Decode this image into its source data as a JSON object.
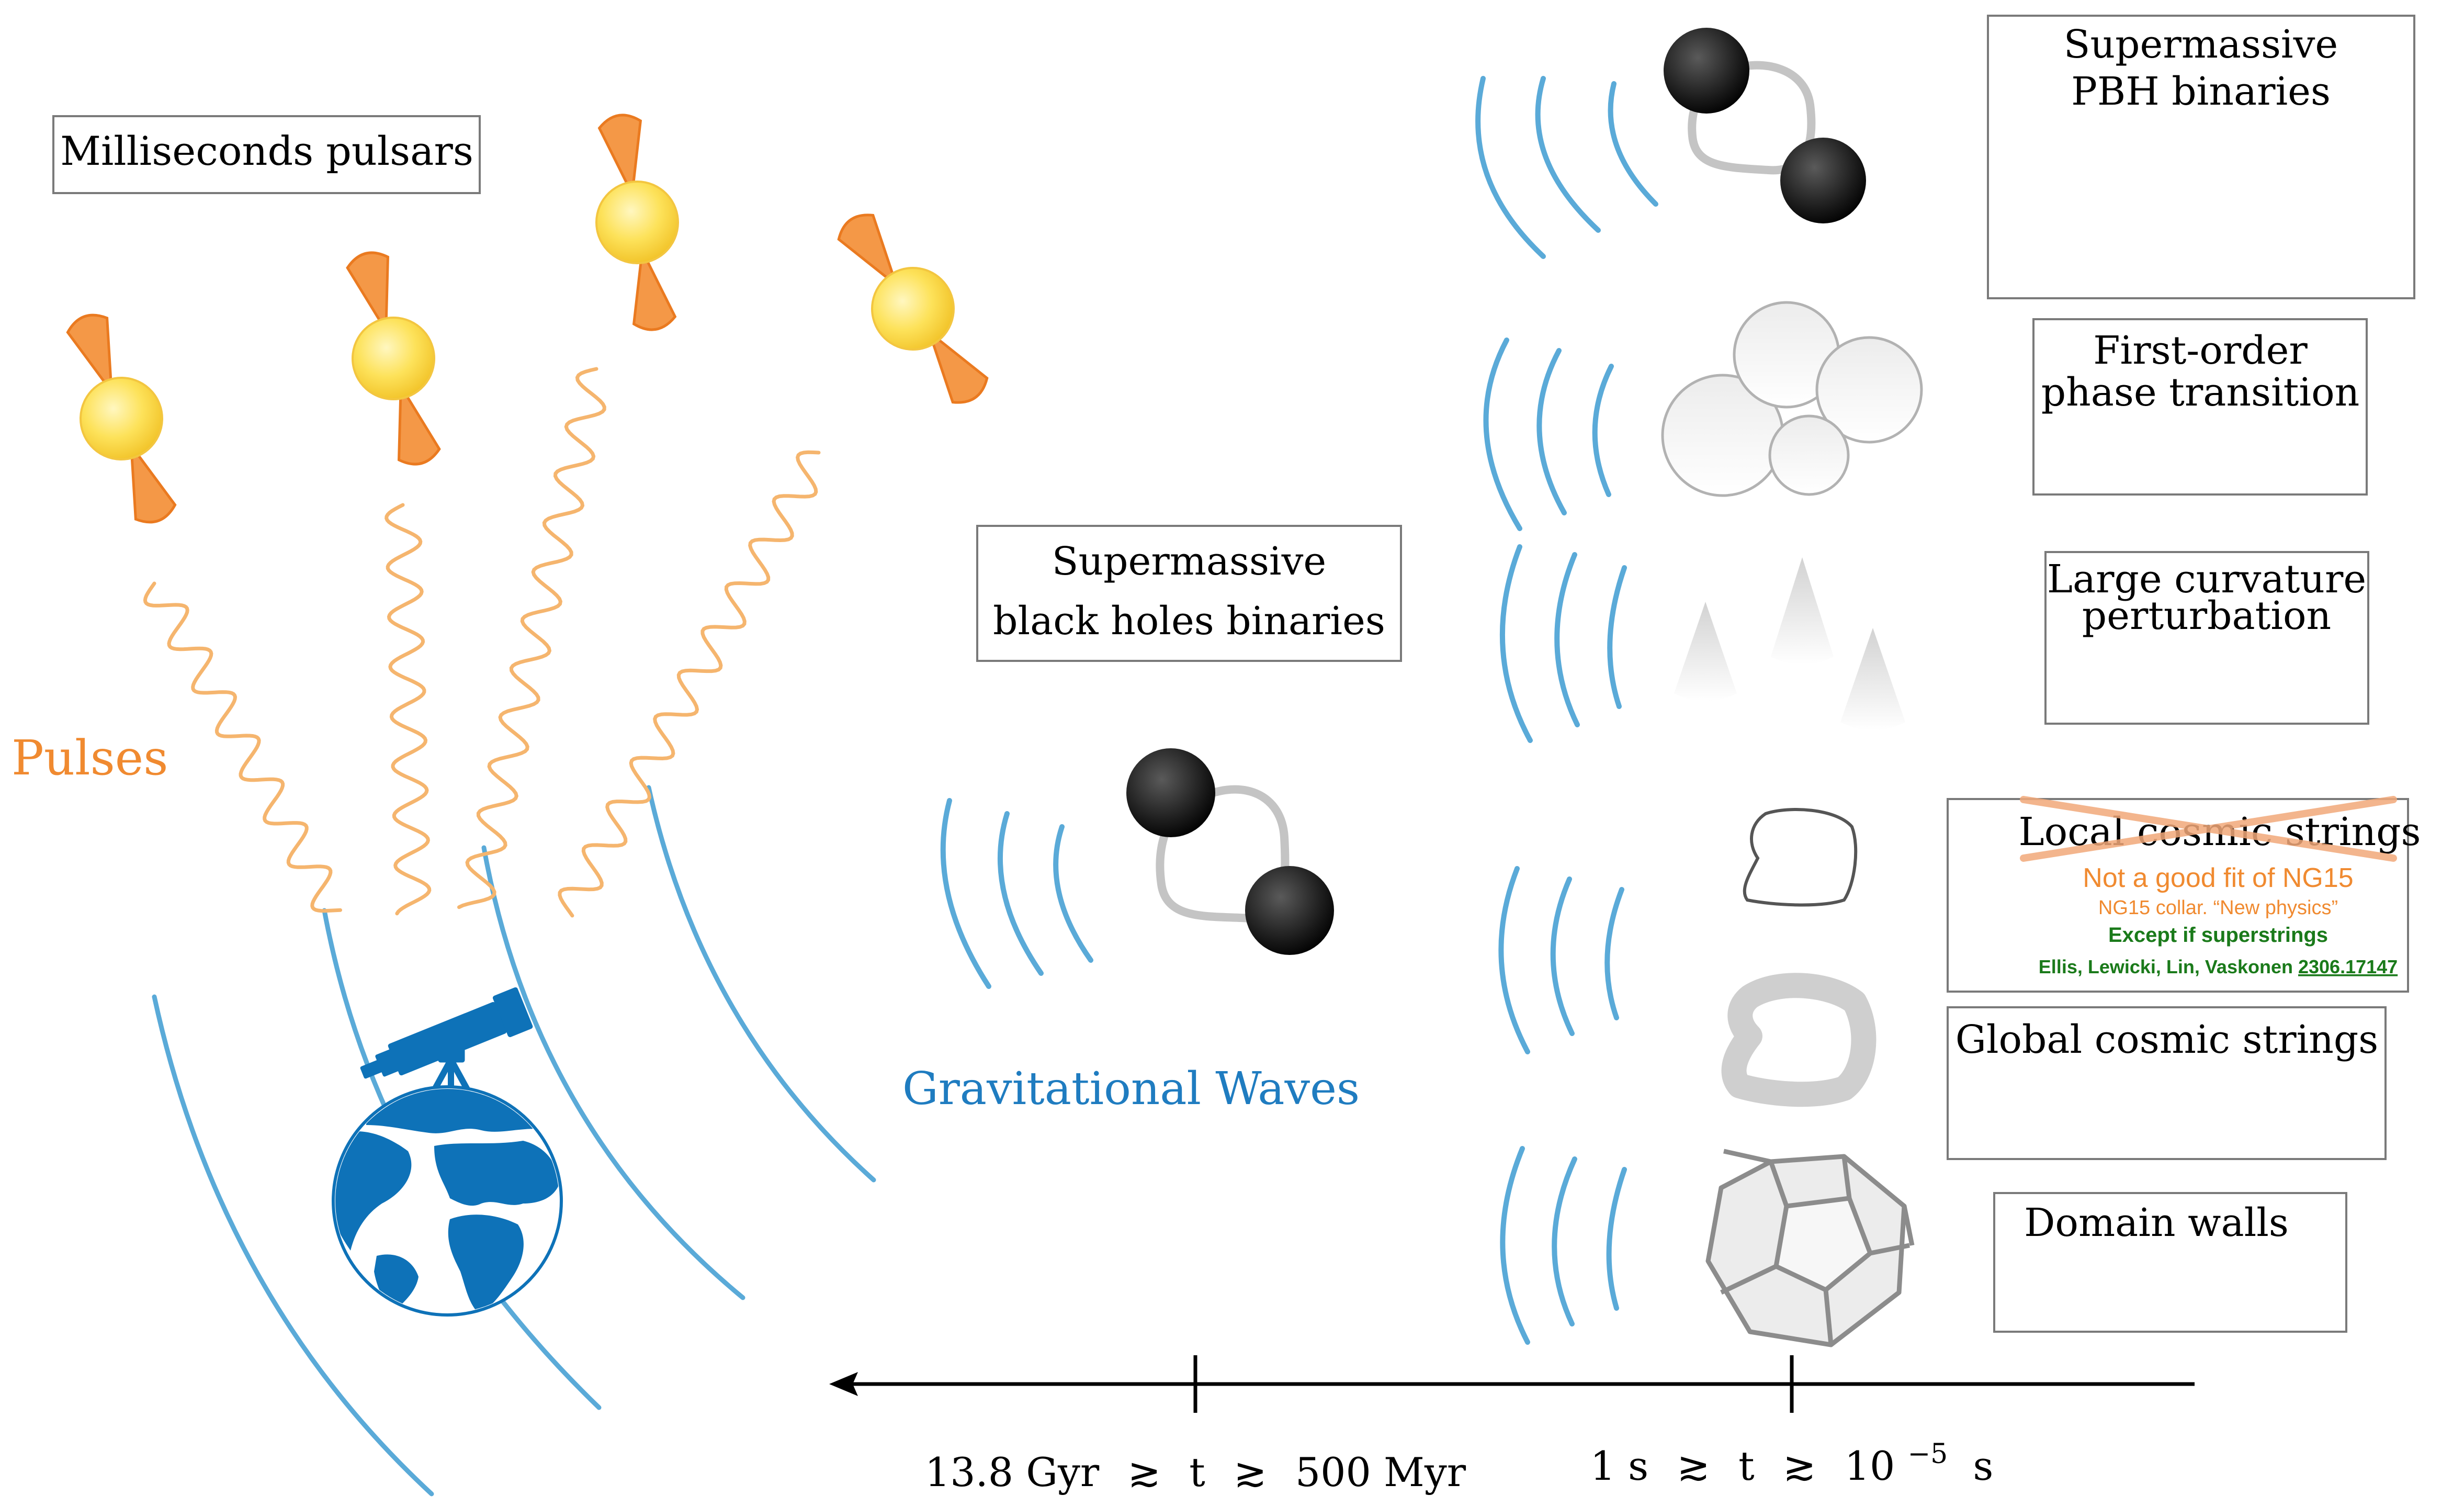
{
  "colors": {
    "pulse_orange": "#f08a30",
    "gw_blue": "#5aaad8",
    "earth_blue": "#0e72b8",
    "star_yellow": "#fde25a",
    "green_note": "#1a7a1a",
    "box_border": "#7a7a7a"
  },
  "labels": {
    "ms_pulsars": "Milliseconds pulsars",
    "pulses": "Pulses",
    "smbh_line1": "Supermassive",
    "smbh_line2": "black holes binaries",
    "gravitational_waves": "Gravitational Waves"
  },
  "sources": {
    "pbh_line1": "Supermassive",
    "pbh_line2": "PBH binaries",
    "fopt_line1": "First-order",
    "fopt_line2": "phase transition",
    "lcp_line1": "Large curvature",
    "lcp_line2": "perturbation",
    "local_strings": "Local cosmic strings",
    "local_note1": "Not a good fit of NG15",
    "local_note2": "NG15 collar.  “New physics”",
    "local_note3": "Except if superstrings",
    "local_note4_authors": "Ellis, Lewicki, Lin, Vaskonen ",
    "local_note4_ref": "2306.17147",
    "global_strings": "Global cosmic strings",
    "domain_walls": "Domain walls"
  },
  "timeline": {
    "late_left": "13.8 Gyr",
    "late_t": "t",
    "late_right": "500 Myr",
    "early_left": "1 s",
    "early_t": "t",
    "early_right": "10",
    "early_exponent": "−5",
    "early_unit": "s",
    "relation_symbol": "≳"
  },
  "icons": {
    "telescope": "telescope-icon",
    "earth": "earth-globe-icon",
    "pulsar": "pulsar-icon",
    "binary": "black-hole-binary-icon",
    "bubbles": "bubbles-icon",
    "cones": "cones-icon",
    "string_loop": "string-loop-icon",
    "domain_wall": "dodecahedron-icon"
  }
}
